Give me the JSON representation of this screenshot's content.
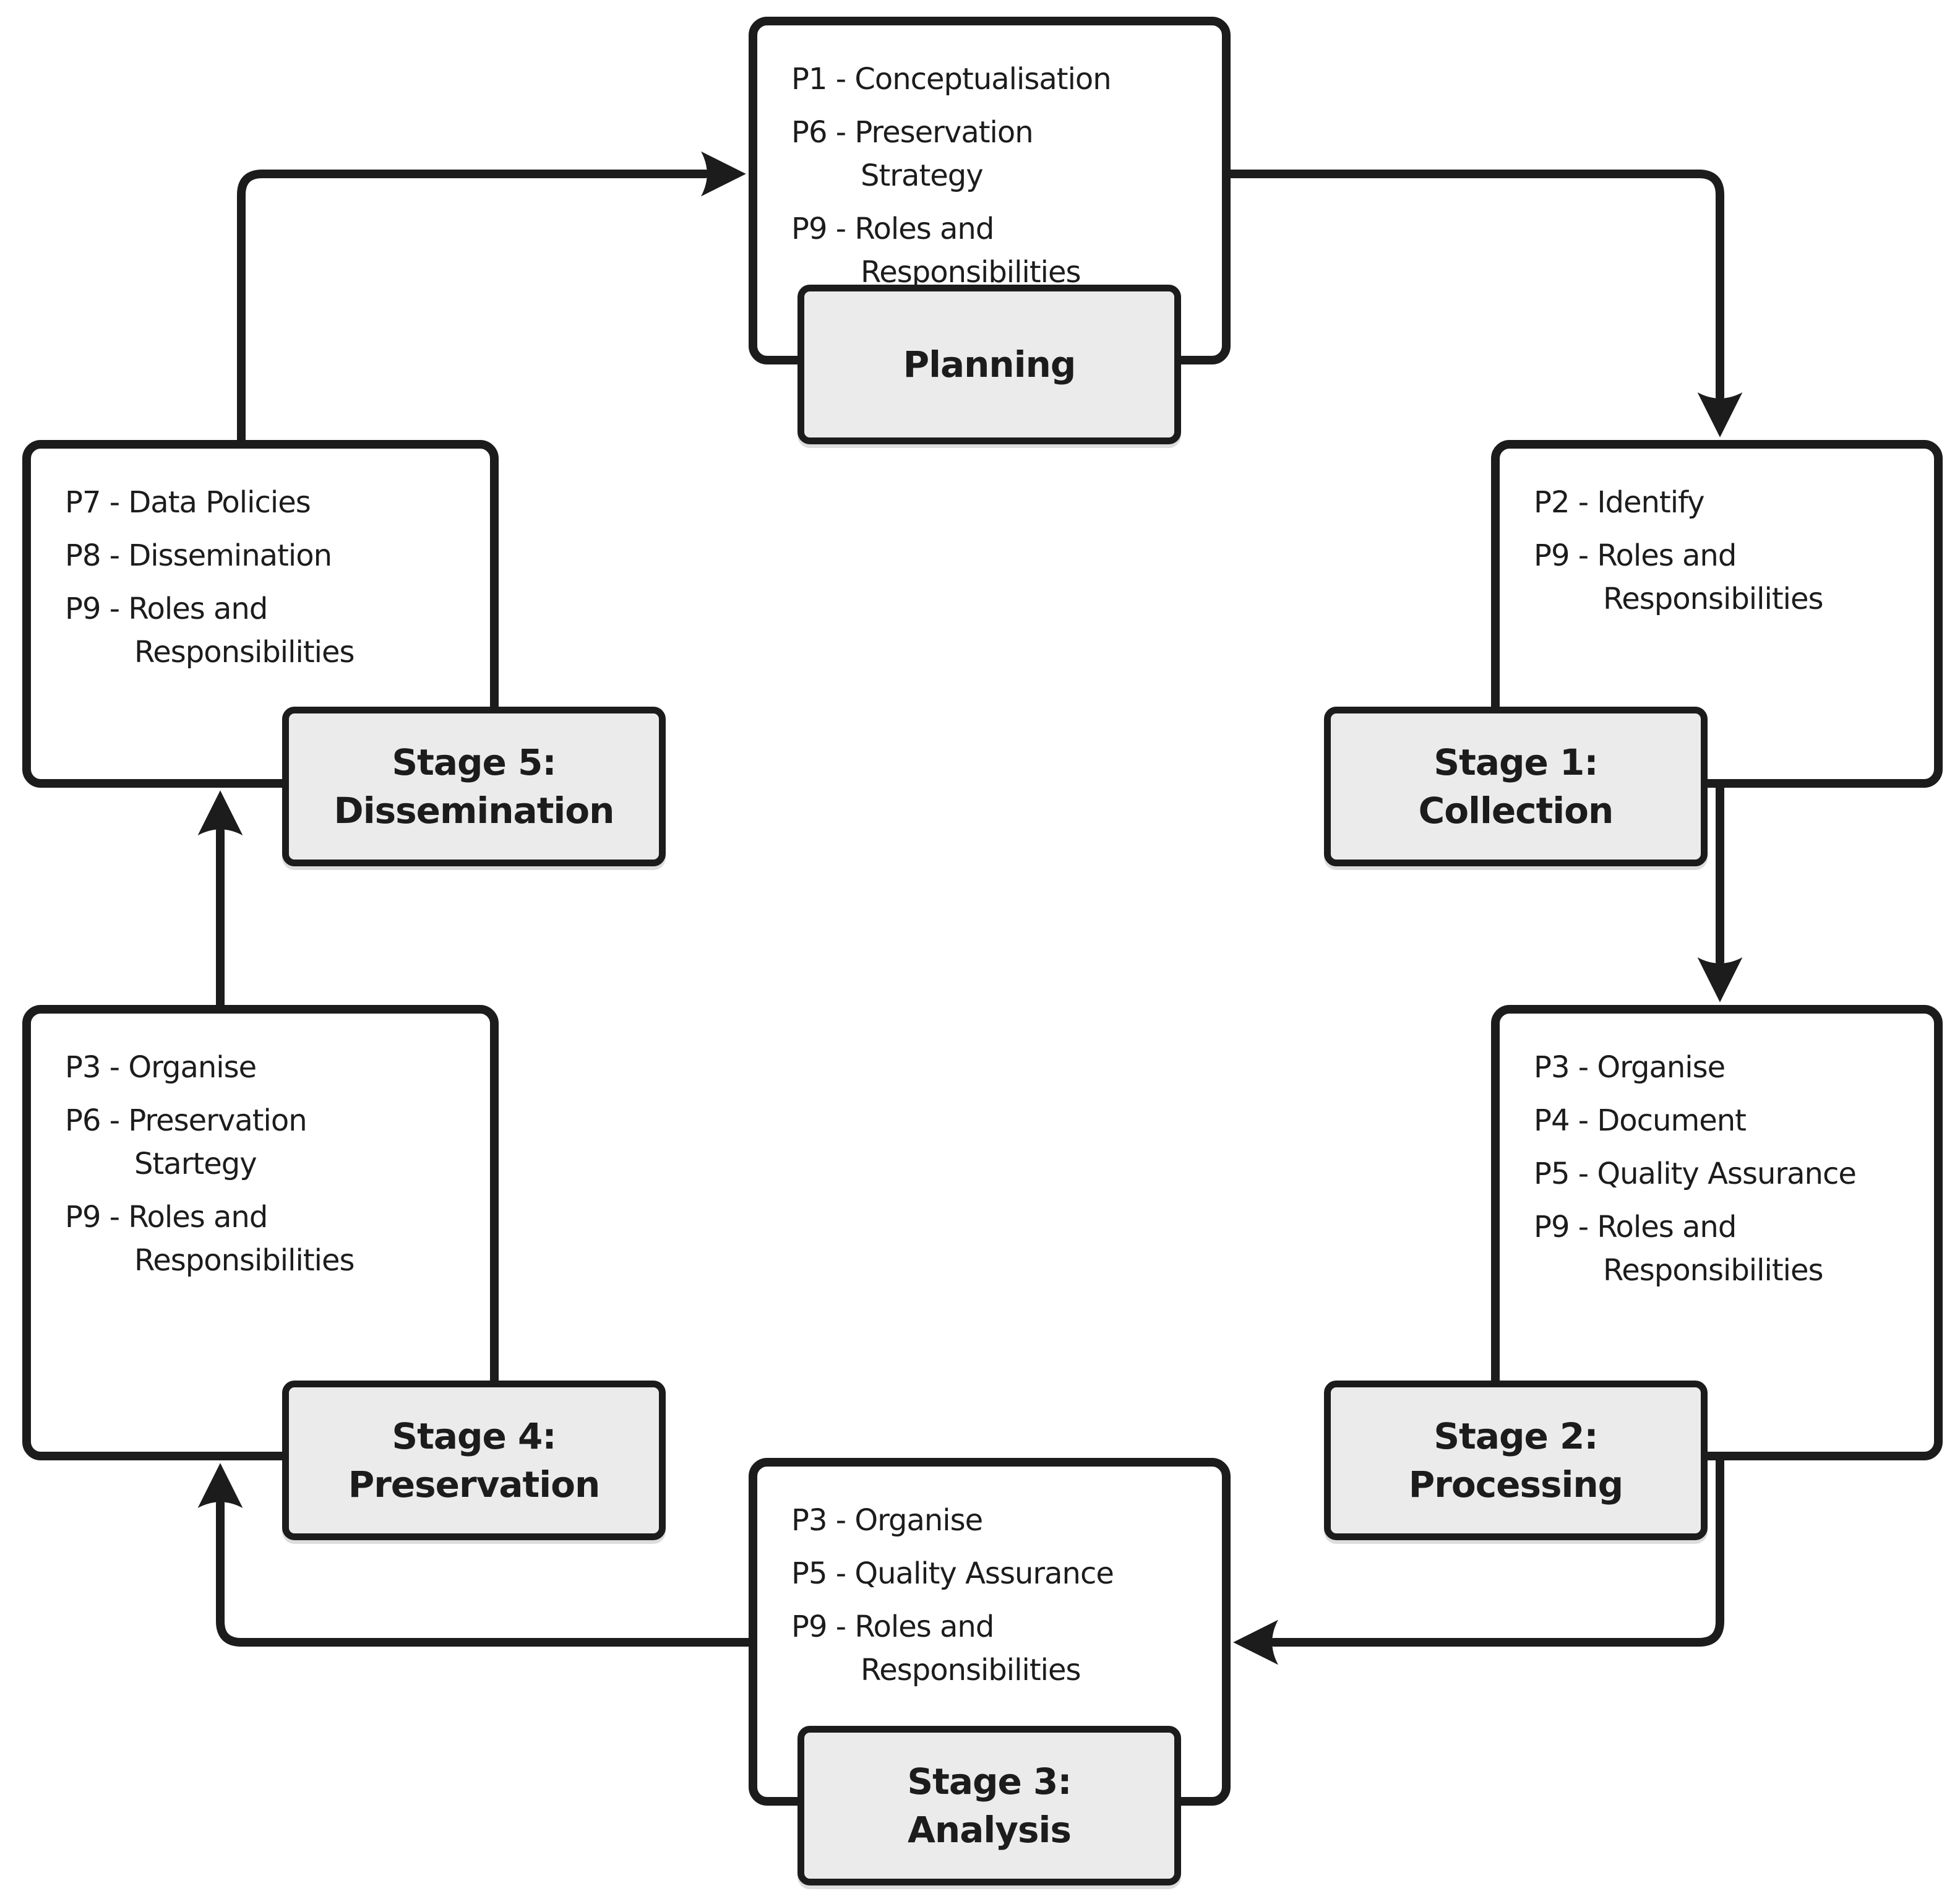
{
  "diagram": {
    "colors": {
      "line": "#1c1c1c",
      "panel_fill": "#ffffff",
      "label_fill": "#ebebeb",
      "background": "#ffffff"
    },
    "stages": [
      {
        "id": "planning",
        "label_lines": [
          "Planning"
        ],
        "principles": [
          "P1 - Conceptualisation",
          "P6 - Preservation\nStrategy",
          "P9 - Roles and\nResponsibilities"
        ]
      },
      {
        "id": "collection",
        "label_lines": [
          "Stage 1:",
          "Collection"
        ],
        "principles": [
          "P2 - Identify",
          "P9 - Roles and\nResponsibilities"
        ]
      },
      {
        "id": "processing",
        "label_lines": [
          "Stage 2:",
          "Processing"
        ],
        "principles": [
          "P3 - Organise",
          "P4 - Document",
          "P5 - Quality Assurance",
          "P9 - Roles and\nResponsibilities"
        ]
      },
      {
        "id": "analysis",
        "label_lines": [
          "Stage 3:",
          "Analysis"
        ],
        "principles": [
          "P3 - Organise",
          "P5 - Quality Assurance",
          "P9 - Roles and\nResponsibilities"
        ]
      },
      {
        "id": "preservation",
        "label_lines": [
          "Stage 4:",
          "Preservation"
        ],
        "principles": [
          "P3 - Organise",
          "P6 - Preservation\nStartegy",
          "P9 - Roles and\nResponsibilities"
        ]
      },
      {
        "id": "dissemination",
        "label_lines": [
          "Stage 5:",
          "Dissemination"
        ],
        "principles": [
          "P7 - Data Policies",
          "P8 - Dissemination",
          "P9 - Roles and\nResponsibilities"
        ]
      }
    ],
    "flow": [
      "planning -> collection",
      "collection -> processing",
      "processing -> analysis",
      "analysis -> preservation",
      "preservation -> dissemination",
      "dissemination -> planning"
    ]
  }
}
